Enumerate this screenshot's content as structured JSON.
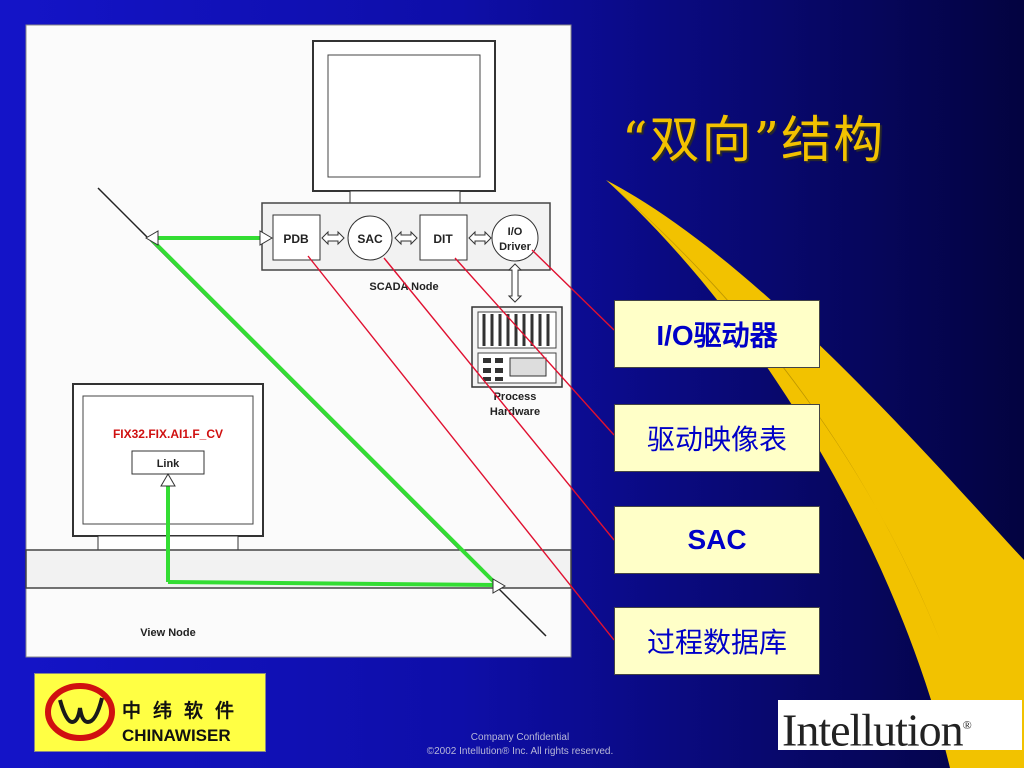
{
  "title": "“双向”结构",
  "diagram": {
    "nodes": {
      "pdb": "PDB",
      "sac": "SAC",
      "dit": "DIT",
      "io_driver_line1": "I/O",
      "io_driver_line2": "Driver",
      "scada_node": "SCADA Node",
      "process_hardware_line1": "Process",
      "process_hardware_line2": "Hardware",
      "link": "Link",
      "tag": "FIX32.FIX.AI1.F_CV",
      "view_node": "View Node"
    }
  },
  "callouts": [
    {
      "label": "I/O驱动器"
    },
    {
      "label": "驱动映像表"
    },
    {
      "label": "SAC"
    },
    {
      "label": "过程数据库"
    }
  ],
  "logo": {
    "chinese": "中纬软件",
    "english": "CHINAWISER"
  },
  "footer": {
    "line1": "Company Confidential",
    "line2": "©2002 Intellution® Inc. All rights reserved."
  },
  "brand": "Intellution",
  "colors": {
    "background": "#1414c8",
    "accent_yellow": "#f2c200",
    "callout_bg": "#ffffc8",
    "callout_text": "#0000c8",
    "link_green": "#33dd33",
    "pointer_red": "#e01030",
    "tag_red": "#d01010"
  }
}
